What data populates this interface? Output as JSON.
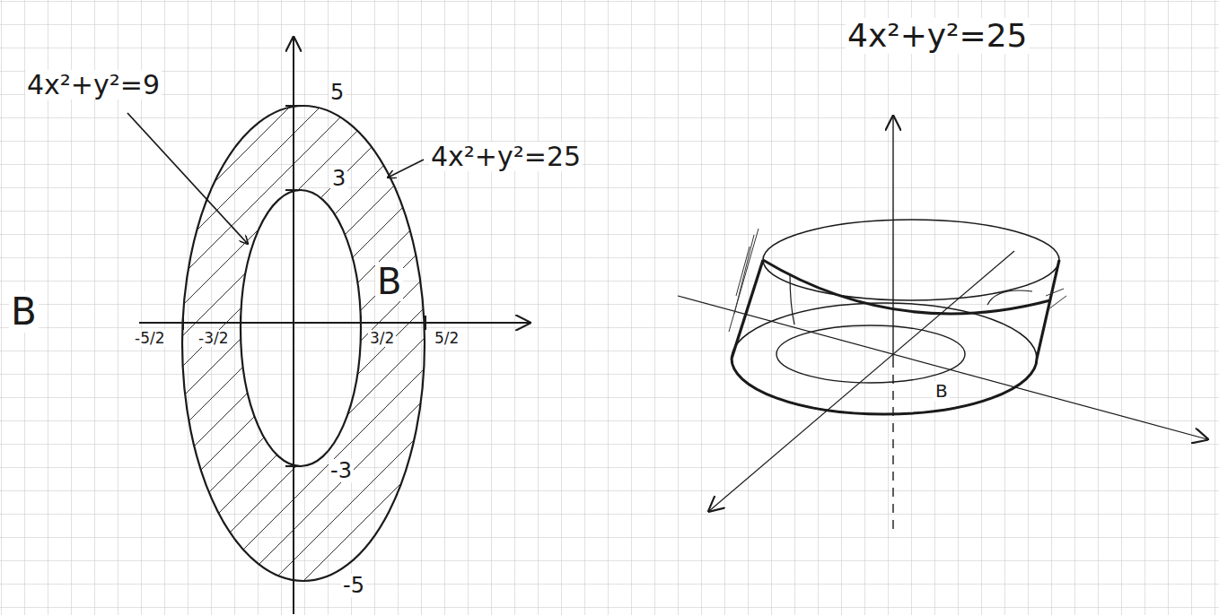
{
  "diagram": {
    "labels": [
      "B",
      "4x²+y²=9",
      "5",
      "3",
      "4x²+y²=25",
      "B",
      "-5/2",
      "-3/2",
      "3/2",
      "5/2",
      "-3",
      "-5",
      "4x²+y²=25",
      "B"
    ]
  }
}
